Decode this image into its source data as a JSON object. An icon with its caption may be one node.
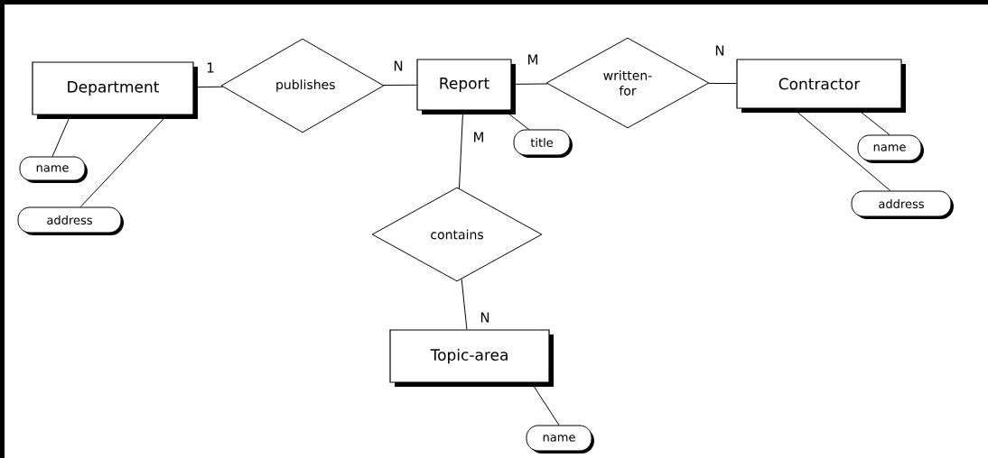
{
  "diagram": {
    "nodes": [
      {
        "text": [
          "Department"
        ]
      },
      {
        "text": [
          "publishes"
        ]
      },
      {
        "text": [
          "Report"
        ]
      },
      {
        "text": [
          "written-for"
        ]
      },
      {
        "text": [
          "Contractor"
        ]
      },
      {
        "text": [
          "name"
        ]
      },
      {
        "text": [
          "address"
        ]
      },
      {
        "text": [
          "title"
        ]
      },
      {
        "text": [
          "contains"
        ]
      },
      {
        "text": [
          "Topic-area"
        ]
      },
      {
        "text": [
          "name"
        ]
      },
      {
        "text": [
          "name"
        ]
      },
      {
        "text": [
          "address"
        ]
      }
    ],
    "edges": [
      {
        "from": 0,
        "to": 1,
        "arrow": "none",
        "label": "1"
      },
      {
        "from": 1,
        "to": 2,
        "arrow": "none",
        "label": "N"
      },
      {
        "from": 2,
        "to": 3,
        "arrow": "none",
        "label": "M"
      },
      {
        "from": 3,
        "to": 4,
        "arrow": "none",
        "label": "N"
      },
      {
        "from": 2,
        "to": 8,
        "arrow": "none",
        "label": "M"
      },
      {
        "from": 8,
        "to": 9,
        "arrow": "none",
        "label": "N"
      },
      {
        "from": 0,
        "to": 5,
        "arrow": "none"
      },
      {
        "from": 0,
        "to": 6,
        "arrow": "none"
      },
      {
        "from": 2,
        "to": 7,
        "arrow": "none"
      },
      {
        "from": 4,
        "to": 11,
        "arrow": "none"
      },
      {
        "from": 4,
        "to": 12,
        "arrow": "none"
      },
      {
        "from": 9,
        "to": 10,
        "arrow": "none"
      }
    ]
  }
}
